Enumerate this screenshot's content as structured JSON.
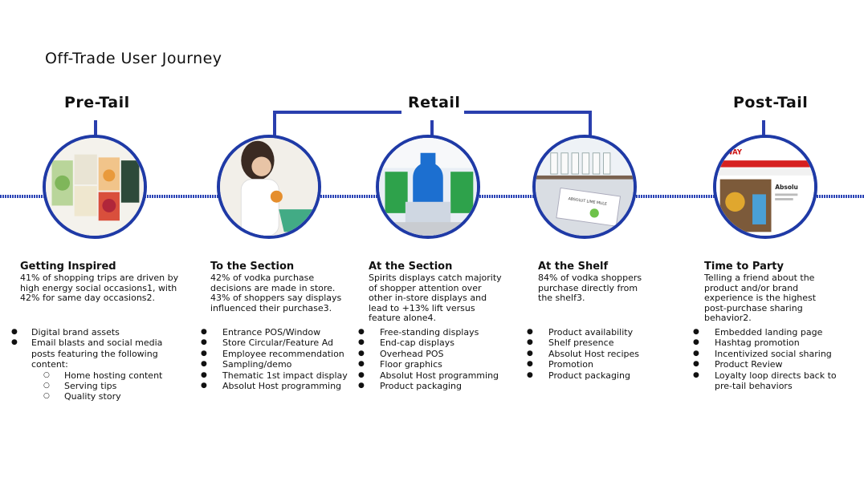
{
  "title": "Off-Trade User Journey",
  "phases": {
    "pre_tail": "Pre-Tail",
    "retail": "Retail",
    "post_tail": "Post-Tail"
  },
  "colors": {
    "accent": "#1f3aa6",
    "timeline": "#2a43b5"
  },
  "stages": [
    {
      "heading": "Getting Inspired",
      "description": "41% of shopping trips are driven by high energy social occasions1, with 42% for same day occasions2.",
      "tactics": [
        "Digital brand assets",
        "Email blasts and social media posts featuring the following content:"
      ],
      "sub_tactics": [
        "Home hosting content",
        "Serving tips",
        "Quality story"
      ]
    },
    {
      "heading": "To the Section",
      "description": "42% of vodka purchase decisions are made in store. 43% of shoppers say displays influenced their purchase3.",
      "tactics": [
        "Entrance POS/Window",
        "Store Circular/Feature Ad",
        "Employee recommendation",
        "Sampling/demo",
        "Thematic 1st impact display",
        "Absolut Host programming"
      ]
    },
    {
      "heading": "At the Section",
      "description": "Spirits displays catch majority of shopper attention over other in-store displays and lead to +13% lift versus feature alone4.",
      "tactics": [
        "Free-standing displays",
        "End-cap displays",
        "Overhead POS",
        "Floor graphics",
        "Absolut Host programming",
        "Product packaging"
      ]
    },
    {
      "heading": "At the Shelf",
      "description": "84% of vodka shoppers purchase directly from the shelf3.",
      "tactics": [
        "Product availability",
        "Shelf presence",
        "Absolut Host recipes",
        "Promotion",
        "Product packaging"
      ]
    },
    {
      "heading": "Time to Party",
      "description": "Telling a friend about the product and/or brand experience is the highest post-purchase sharing behavior2.",
      "tactics": [
        "Embedded landing page",
        "Hashtag promotion",
        "Incentivized social sharing",
        "Product Review",
        "Loyalty loop directs back to pre-tail behaviors"
      ]
    }
  ],
  "image_text": {
    "shelf_card": "ABSOLUT LIME MULE",
    "web_header": "Absolu",
    "web_store": "WAY"
  }
}
